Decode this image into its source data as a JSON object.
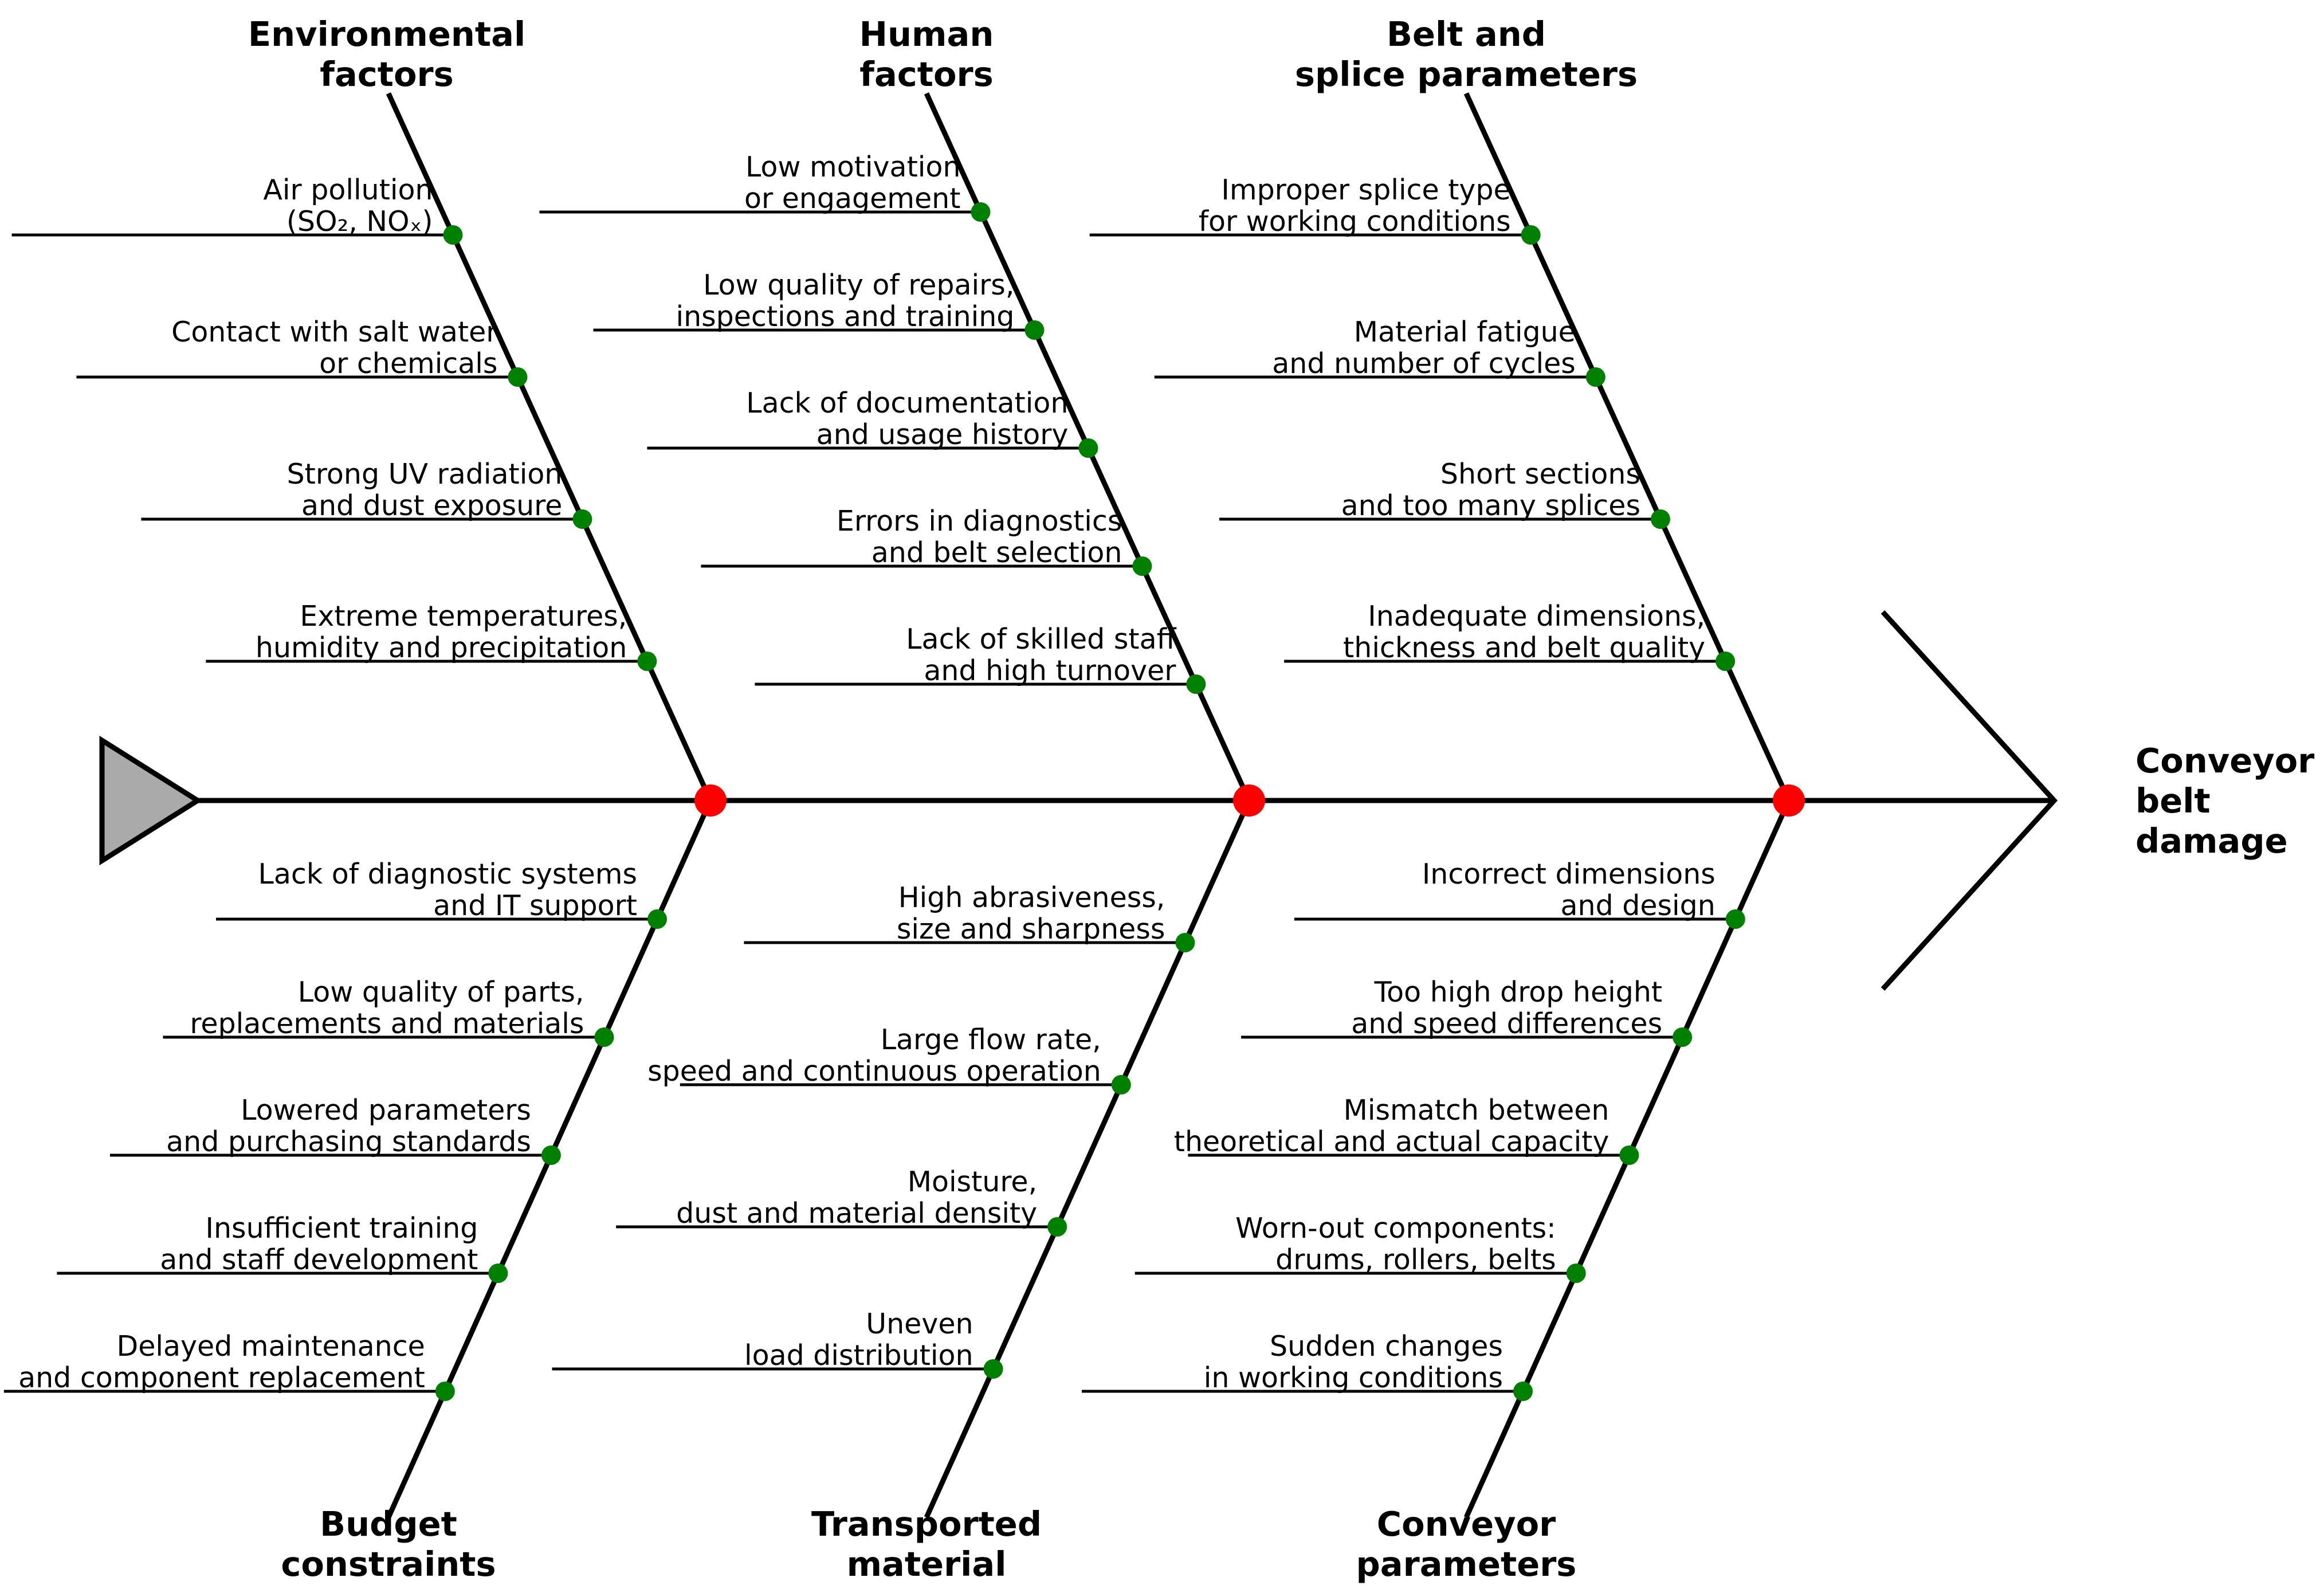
{
  "effect": {
    "lines": [
      "Conveyor",
      "belt",
      "damage"
    ]
  },
  "categories": [
    {
      "key": "environmental",
      "lines": [
        "Environmental",
        "factors"
      ],
      "causes": [
        {
          "lines": [
            "Air pollution",
            "(SO₂, NOₓ)"
          ]
        },
        {
          "lines": [
            "Contact with salt water",
            "or chemicals"
          ]
        },
        {
          "lines": [
            "Strong UV radiation",
            "and dust exposure"
          ]
        },
        {
          "lines": [
            "Extreme temperatures,",
            "humidity and precipitation"
          ]
        }
      ]
    },
    {
      "key": "human",
      "lines": [
        "Human",
        "factors"
      ],
      "causes": [
        {
          "lines": [
            "Low motivation",
            "or engagement"
          ]
        },
        {
          "lines": [
            "Low quality of repairs,",
            "inspections and training"
          ]
        },
        {
          "lines": [
            "Lack of documentation",
            "and usage history"
          ]
        },
        {
          "lines": [
            "Errors in diagnostics",
            "and belt selection"
          ]
        },
        {
          "lines": [
            "Lack of skilled staff",
            "and high turnover"
          ]
        }
      ]
    },
    {
      "key": "belt-splice",
      "lines": [
        "Belt and",
        "splice parameters"
      ],
      "causes": [
        {
          "lines": [
            "Improper splice type",
            "for working conditions"
          ]
        },
        {
          "lines": [
            "Material fatigue",
            "and number of cycles"
          ]
        },
        {
          "lines": [
            "Short sections",
            "and too many splices"
          ]
        },
        {
          "lines": [
            "Inadequate dimensions,",
            "thickness and belt quality"
          ]
        }
      ]
    },
    {
      "key": "budget",
      "lines": [
        "Budget",
        "constraints"
      ],
      "causes": [
        {
          "lines": [
            "Lack of diagnostic systems",
            "and IT support"
          ]
        },
        {
          "lines": [
            "Low quality of parts,",
            "replacements and materials"
          ]
        },
        {
          "lines": [
            "Lowered parameters",
            "and purchasing standards"
          ]
        },
        {
          "lines": [
            "Insufficient training",
            "and staff development"
          ]
        },
        {
          "lines": [
            "Delayed maintenance",
            "and component replacement"
          ]
        }
      ]
    },
    {
      "key": "material",
      "lines": [
        "Transported",
        "material"
      ],
      "causes": [
        {
          "lines": [
            "High abrasiveness,",
            "size and sharpness"
          ]
        },
        {
          "lines": [
            "Large flow rate,",
            "speed and continuous operation"
          ]
        },
        {
          "lines": [
            "Moisture,",
            "dust and material density"
          ]
        },
        {
          "lines": [
            "Uneven",
            "load distribution"
          ]
        }
      ]
    },
    {
      "key": "conveyor",
      "lines": [
        "Conveyor",
        "parameters"
      ],
      "causes": [
        {
          "lines": [
            "Incorrect dimensions",
            "and design"
          ]
        },
        {
          "lines": [
            "Too high drop height",
            "and speed differences"
          ]
        },
        {
          "lines": [
            "Mismatch between",
            "theoretical and actual capacity"
          ]
        },
        {
          "lines": [
            "Worn-out components:",
            "drums, rollers, belts"
          ]
        },
        {
          "lines": [
            "Sudden changes",
            "in working conditions"
          ]
        }
      ]
    }
  ],
  "colors": {
    "line": "#000000",
    "joint": "#ff0000",
    "cause_dot": "#008000",
    "tail_fill": "#aaaaaa"
  }
}
